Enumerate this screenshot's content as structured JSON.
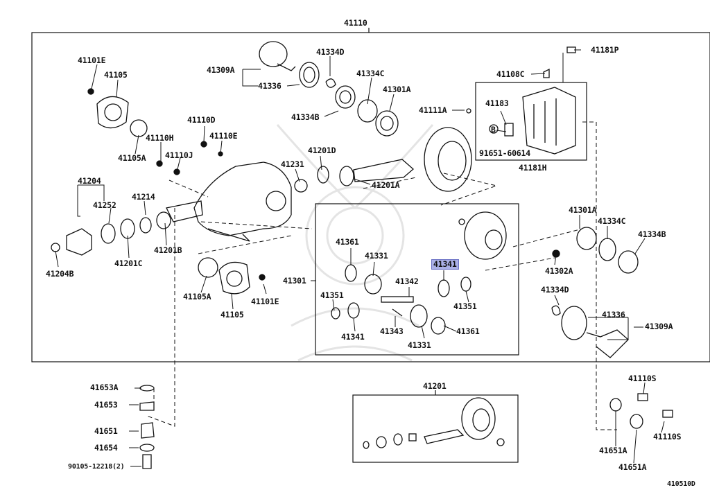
{
  "labels": {
    "main_assembly": "41110",
    "l_41101e_top": "41101E",
    "l_41105_top": "41105",
    "l_41105a_top": "41105A",
    "l_41110h": "41110H",
    "l_41110d": "41110D",
    "l_41110e": "41110E",
    "l_41110j": "41110J",
    "l_41309a_top": "41309A",
    "l_41336_top": "41336",
    "l_41334d_top": "41334D",
    "l_41334c_top": "41334C",
    "l_41334b_top": "41334B",
    "l_41301a_top": "41301A",
    "l_41111a": "41111A",
    "l_41108c": "41108C",
    "l_41181p": "41181P",
    "l_41183": "41183",
    "l_bolt_b": "B",
    "l_91651": "91651-60614",
    "l_41181h": "41181H",
    "l_41201d": "41201D",
    "l_41231": "41231",
    "l_41201a": "41201A",
    "l_41204": "41204",
    "l_41252": "41252",
    "l_41214": "41214",
    "l_41201c": "41201C",
    "l_41201b": "41201B",
    "l_41204b": "41204B",
    "l_41105a_bot": "41105A",
    "l_41105_bot": "41105",
    "l_41101e_bot": "41101E",
    "l_41301": "41301",
    "l_41361_a": "41361",
    "l_41331_a": "41331",
    "l_41341_hl": "41341",
    "l_41342": "41342",
    "l_41351_a": "41351",
    "l_41351_b": "41351",
    "l_41341_b": "41341",
    "l_41343": "41343",
    "l_41331_b": "41331",
    "l_41361_b": "41361",
    "l_41301a_right": "41301A",
    "l_41334c_right": "41334C",
    "l_41334b_right": "41334B",
    "l_41302a": "41302A",
    "l_41334d_right": "41334D",
    "l_41336_right": "41336",
    "l_41309a_right": "41309A",
    "l_41653a": "41653A",
    "l_41653": "41653",
    "l_41651": "41651",
    "l_41654": "41654",
    "l_90105": "90105-12218",
    "l_90105_qty": "(2)",
    "l_41201_kit": "41201",
    "l_41110s_a": "41110S",
    "l_41110s_b": "41110S",
    "l_41651a_a": "41651A",
    "l_41651a_b": "41651A",
    "diagram_code": "410510D"
  },
  "colors": {
    "line": "#111111",
    "highlight": "#aab0e6",
    "watermark": "#e6e6e6"
  }
}
